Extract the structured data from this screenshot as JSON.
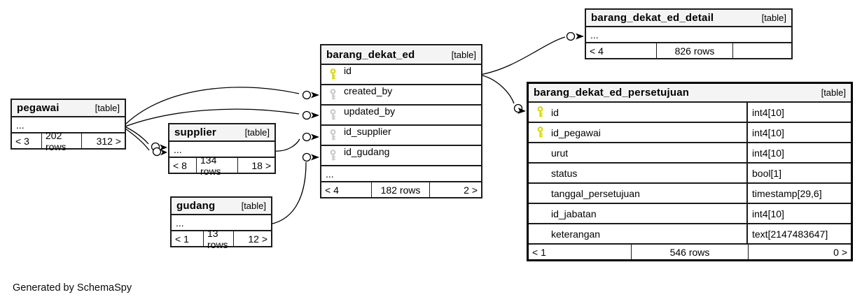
{
  "footer_note": "Generated by SchemaSpy",
  "colors": {
    "pk_key": "#d9d900",
    "fk_key": "#c9c9c9",
    "header_bg": "#f4f4f4",
    "border": "#1c1c1c"
  },
  "tables": {
    "pegawai": {
      "name": "pegawai",
      "tag": "[table]",
      "ellipsis": "...",
      "footer": {
        "left": "< 3",
        "center": "202 rows",
        "right": "312 >"
      }
    },
    "supplier": {
      "name": "supplier",
      "tag": "[table]",
      "ellipsis": "...",
      "footer": {
        "left": "< 8",
        "center": "134 rows",
        "right": "18 >"
      }
    },
    "gudang": {
      "name": "gudang",
      "tag": "[table]",
      "ellipsis": "...",
      "footer": {
        "left": "< 1",
        "center": "13 rows",
        "right": "12 >"
      }
    },
    "barang_dekat_ed": {
      "name": "barang_dekat_ed",
      "tag": "[table]",
      "ellipsis": "...",
      "columns": [
        {
          "name": "id",
          "key": "pk"
        },
        {
          "name": "created_by",
          "key": "fk"
        },
        {
          "name": "updated_by",
          "key": "fk"
        },
        {
          "name": "id_supplier",
          "key": "fk"
        },
        {
          "name": "id_gudang",
          "key": "fk"
        }
      ],
      "footer": {
        "left": "< 4",
        "center": "182 rows",
        "right": "2 >"
      }
    },
    "barang_dekat_ed_detail": {
      "name": "barang_dekat_ed_detail",
      "tag": "[table]",
      "ellipsis": "...",
      "footer": {
        "left": "< 4",
        "center": "826 rows",
        "right": ""
      }
    },
    "barang_dekat_ed_persetujuan": {
      "name": "barang_dekat_ed_persetujuan",
      "tag": "[table]",
      "columns": [
        {
          "name": "id",
          "type": "int4[10]",
          "key": "pk"
        },
        {
          "name": "id_pegawai",
          "type": "int4[10]",
          "key": "pk"
        },
        {
          "name": "urut",
          "type": "int4[10]",
          "key": ""
        },
        {
          "name": "status",
          "type": "bool[1]",
          "key": ""
        },
        {
          "name": "tanggal_persetujuan",
          "type": "timestamp[29,6]",
          "key": ""
        },
        {
          "name": "id_jabatan",
          "type": "int4[10]",
          "key": ""
        },
        {
          "name": "keterangan",
          "type": "text[2147483647]",
          "key": ""
        }
      ],
      "footer": {
        "left": "< 1",
        "center": "546 rows",
        "right": "0 >"
      }
    }
  }
}
